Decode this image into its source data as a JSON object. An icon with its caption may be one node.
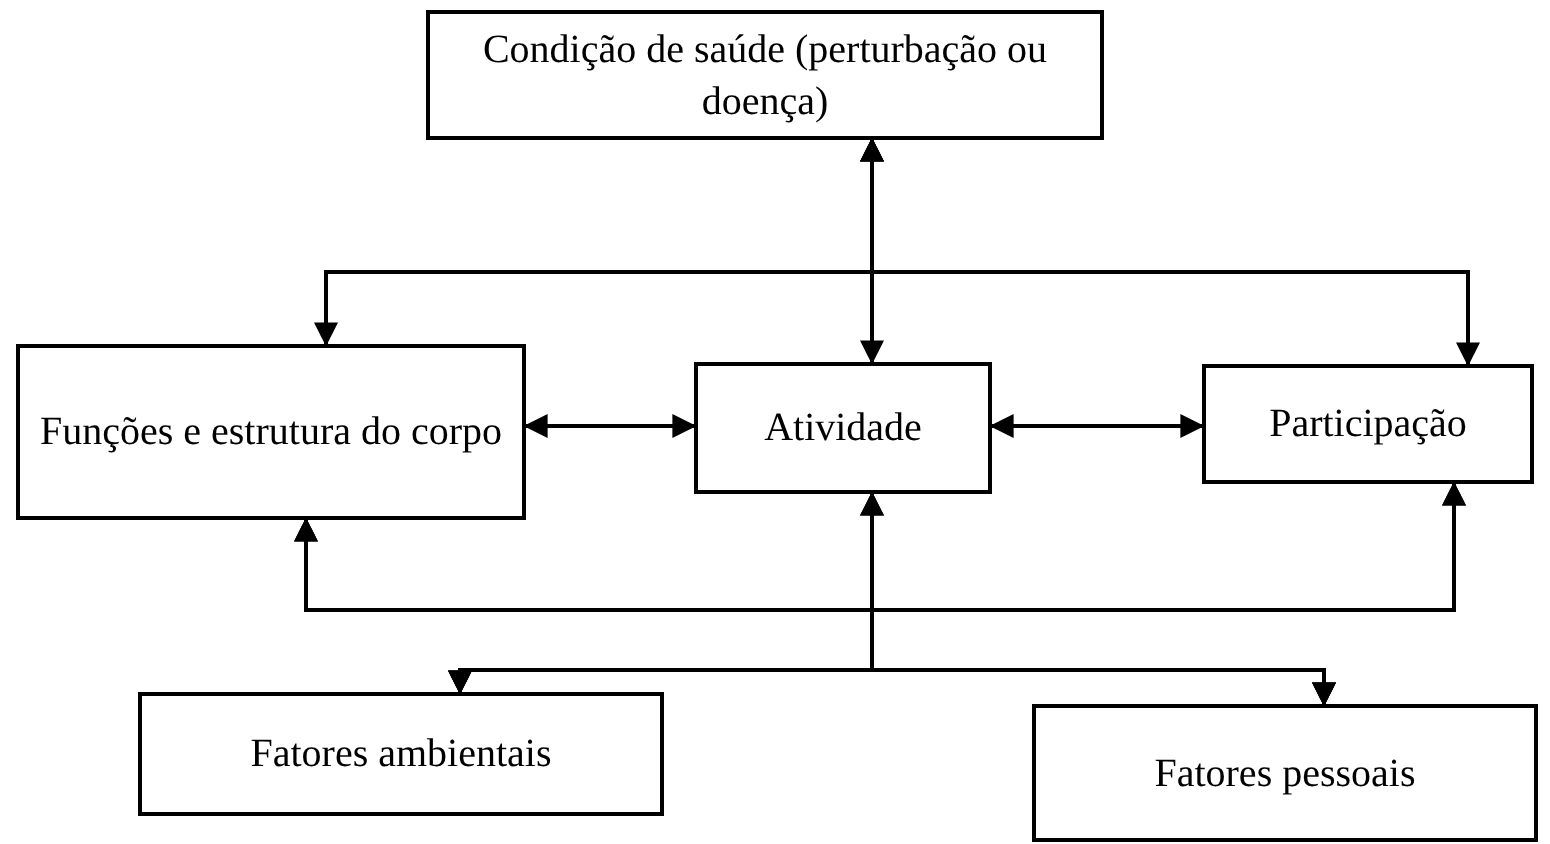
{
  "diagram": {
    "nodes": [
      {
        "text": [
          "Condição de saúde (perturbação ou doença)"
        ]
      },
      {
        "text": [
          "Funções e estrutura do corpo"
        ]
      },
      {
        "text": [
          "Atividade"
        ]
      },
      {
        "text": [
          "Participação"
        ]
      },
      {
        "text": [
          "Fatores ambientais"
        ]
      },
      {
        "text": [
          "Fatores pessoais"
        ]
      }
    ],
    "edges": [
      {
        "from": 0,
        "to": 1,
        "arrow": "both"
      },
      {
        "from": 0,
        "to": 2,
        "arrow": "both"
      },
      {
        "from": 0,
        "to": 3,
        "arrow": "both"
      },
      {
        "from": 1,
        "to": 2,
        "arrow": "both"
      },
      {
        "from": 2,
        "to": 3,
        "arrow": "both"
      },
      {
        "from": 4,
        "to": 1,
        "arrow": "both"
      },
      {
        "from": 4,
        "to": 2,
        "arrow": "both"
      },
      {
        "from": 4,
        "to": 3,
        "arrow": "both"
      },
      {
        "from": 5,
        "to": 1,
        "arrow": "both"
      },
      {
        "from": 5,
        "to": 2,
        "arrow": "both"
      },
      {
        "from": 5,
        "to": 3,
        "arrow": "both"
      }
    ]
  }
}
